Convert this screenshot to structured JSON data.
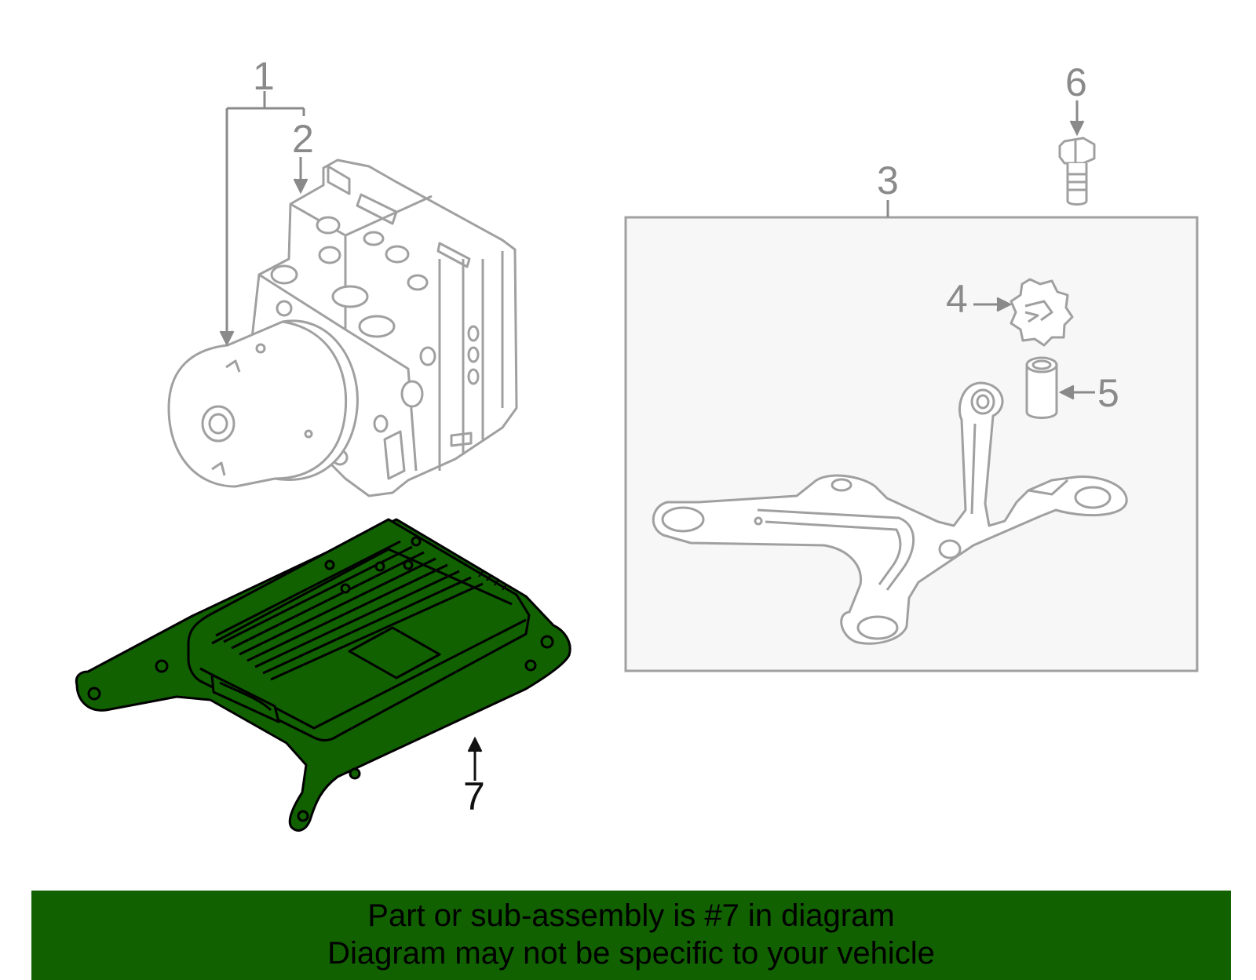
{
  "diagram": {
    "callouts": {
      "c1": "1",
      "c2": "2",
      "c3": "3",
      "c4": "4",
      "c5": "5",
      "c6": "6",
      "c7": "7"
    },
    "highlight_part": "7",
    "colors": {
      "highlight_fill": "#116100",
      "line_art": "#a0a0a0",
      "callout_gray": "#8a8a8a",
      "callout_black": "#111111",
      "bracket_box_fill": "#f7f7f7"
    }
  },
  "banner": {
    "line1": "Part or sub-assembly is #7 in diagram",
    "line2": "Diagram may not be specific to your vehicle",
    "background": "#116100"
  }
}
